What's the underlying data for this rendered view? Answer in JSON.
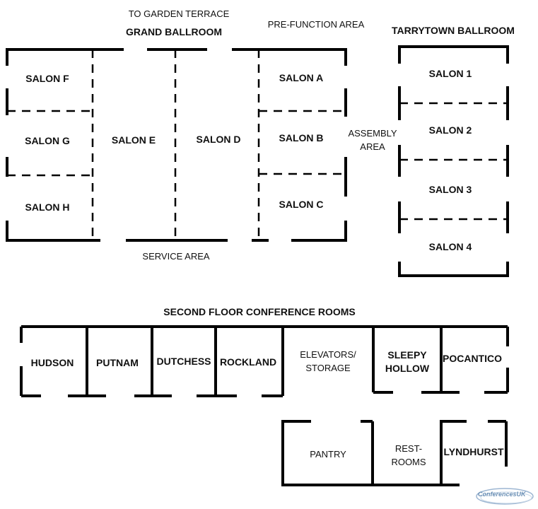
{
  "labels": {
    "to_garden_terrace": "TO GARDEN TERRACE",
    "grand_ballroom": "GRAND BALLROOM",
    "pre_function_area": "PRE-FUNCTION AREA",
    "tarrytown_ballroom": "TARRYTOWN BALLROOM",
    "assembly_area_1": "ASSEMBLY",
    "assembly_area_2": "AREA",
    "service_area": "SERVICE AREA",
    "second_floor": "SECOND FLOOR CONFERENCE ROOMS"
  },
  "grand_rooms": {
    "salon_f": "SALON F",
    "salon_g": "SALON G",
    "salon_h": "SALON H",
    "salon_e": "SALON E",
    "salon_d": "SALON D",
    "salon_a": "SALON A",
    "salon_b": "SALON B",
    "salon_c": "SALON C"
  },
  "tarrytown_rooms": {
    "salon_1": "SALON 1",
    "salon_2": "SALON 2",
    "salon_3": "SALON 3",
    "salon_4": "SALON 4"
  },
  "conference_rooms": {
    "hudson": "HUDSON",
    "putnam": "PUTNAM",
    "dutchess": "DUTCHESS",
    "rockland": "ROCKLAND",
    "elevators_1": "ELEVATORS/",
    "elevators_2": "STORAGE",
    "sleepy_1": "SLEEPY",
    "sleepy_2": "HOLLOW",
    "pocantico": "POCANTICO",
    "pantry": "PANTRY",
    "restrooms_1": "REST-",
    "restrooms_2": "ROOMS",
    "lyndhurst": "LYNDHURST"
  },
  "logo": {
    "text": "ConferencesUK"
  }
}
